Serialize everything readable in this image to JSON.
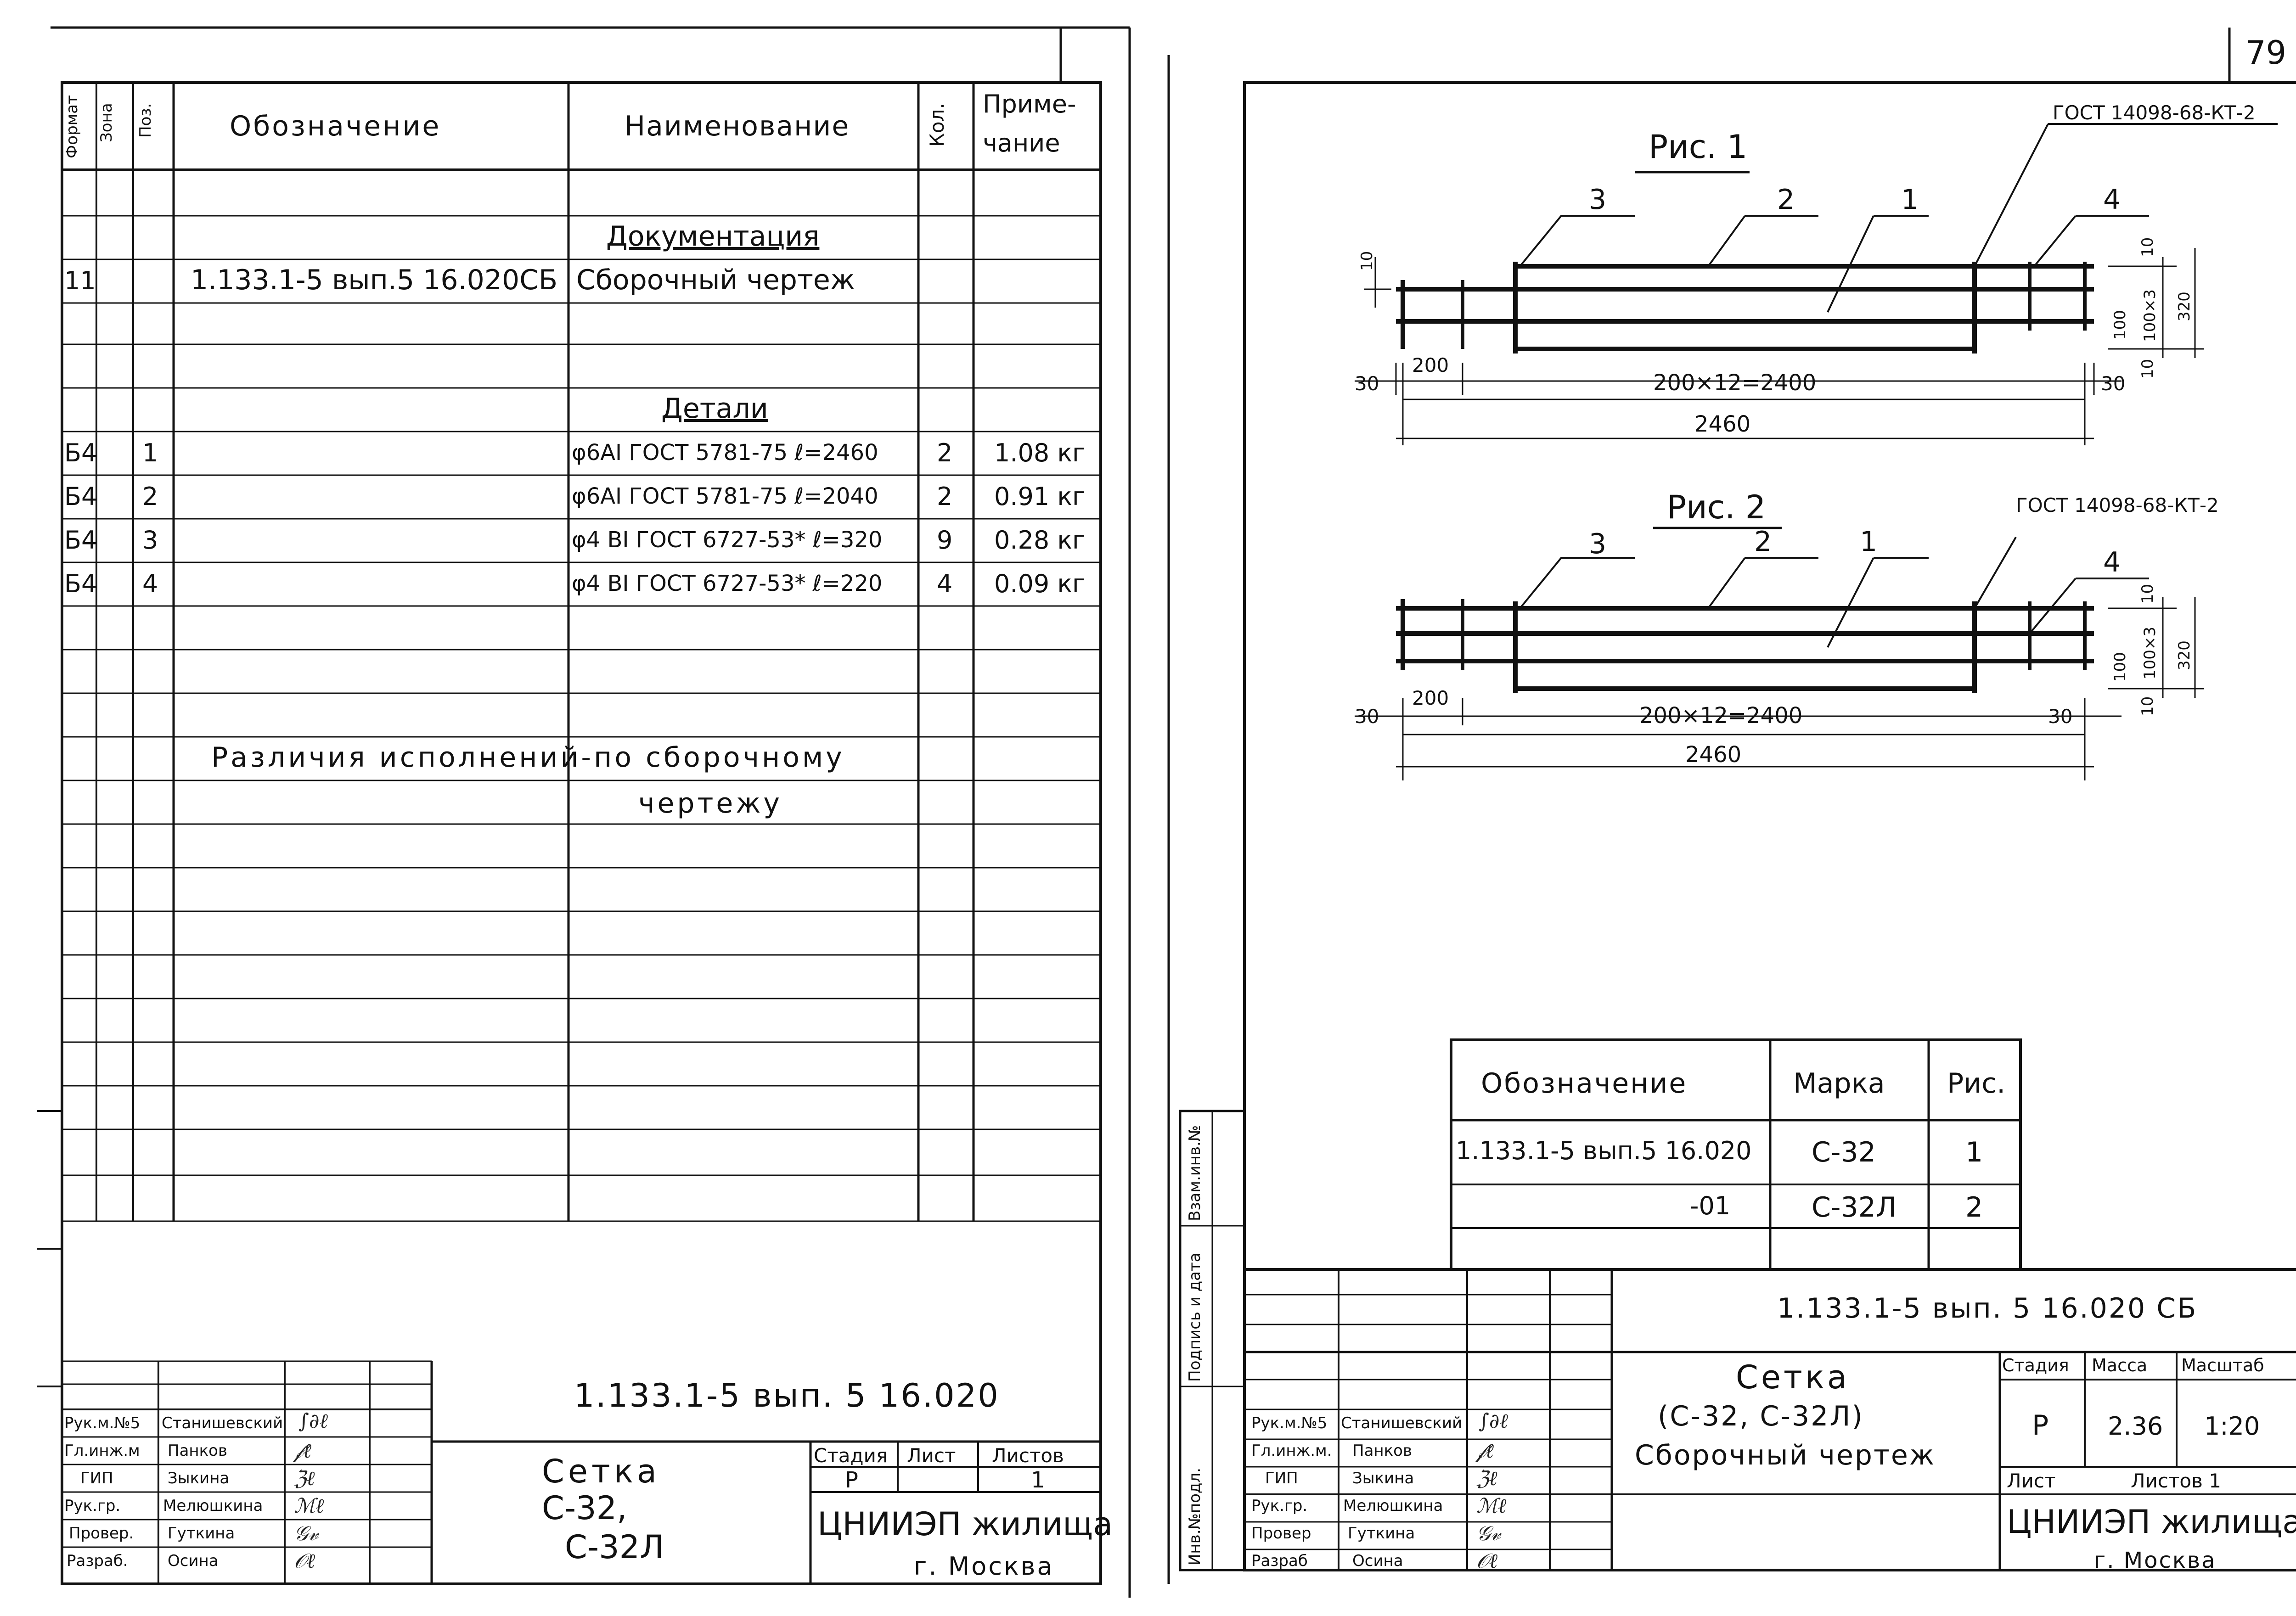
{
  "page_number": "79",
  "spec": {
    "headers": {
      "format": "Формат",
      "zone": "Зона",
      "pos": "Поз.",
      "designation": "Обозначение",
      "name": "Наименование",
      "qty": "Кол.",
      "note_line1": "Приме-",
      "note_line2": "чание"
    },
    "section_documentation": "Документация",
    "doc_row": {
      "format": "11",
      "designation": "1.133.1-5 вып.5 16.020СБ",
      "name": "Сборочный чертеж"
    },
    "section_details": "Детали",
    "rows": [
      {
        "format": "Б4",
        "pos": "1",
        "name": "φ6AI ГОСТ 5781-75 ℓ=2460",
        "qty": "2",
        "note": "1.08 кг"
      },
      {
        "format": "Б4",
        "pos": "2",
        "name": "φ6AI ГОСТ 5781-75 ℓ=2040",
        "qty": "2",
        "note": "0.91 кг"
      },
      {
        "format": "Б4",
        "pos": "3",
        "name": "φ4 BI ГОСТ 6727-53* ℓ=320",
        "qty": "9",
        "note": "0.28 кг"
      },
      {
        "format": "Б4",
        "pos": "4",
        "name": "φ4 BI ГОСТ 6727-53* ℓ=220",
        "qty": "4",
        "note": "0.09 кг"
      }
    ],
    "diff_line1": "Различия исполнений-по сборочному",
    "diff_line2": "чертежу"
  },
  "left_stamp": {
    "doc_code": "1.133.1-5 вып. 5 16.020",
    "roles": [
      "Рук.м.№5",
      "Гл.инж.м",
      "ГИП",
      "Рук.гр.",
      "Провер.",
      "Разраб."
    ],
    "people": [
      "Станишевский",
      "Панков",
      "Зыкина",
      "Мелюшкина",
      "Гуткина",
      "Осина"
    ],
    "title_line1": "Сетка",
    "title_line2": "С-32,",
    "title_line3": "С-32Л",
    "stage_label": "Стадия",
    "sheet_label": "Лист",
    "sheets_label": "Листов",
    "stage_value": "Р",
    "sheets_value": "1",
    "org_line1": "ЦНИИЭП жилища",
    "org_line2": "г. Москва"
  },
  "drawing": {
    "fig1_label": "Рис. 1",
    "fig2_label": "Рис. 2",
    "gost1": "ГОСТ 14098-68-КТ-2",
    "gost2": "ГОСТ 14098-68-КТ-2",
    "leaders": [
      "3",
      "2",
      "1",
      "4"
    ],
    "dim_200": "200",
    "dim_2400": "200×12=2400",
    "dim_2460": "2460",
    "dim_30": "30",
    "dim_10": "10",
    "dim_100": "100",
    "dim_100x3": "100×3",
    "dim_320": "320"
  },
  "variants": {
    "headers": [
      "Обозначение",
      "Марка",
      "Рис."
    ],
    "rows": [
      {
        "designation": "1.133.1-5 вып.5 16.020",
        "mark": "С-32",
        "fig": "1"
      },
      {
        "designation": "-01",
        "mark": "С-32Л",
        "fig": "2"
      }
    ]
  },
  "side_stamp": [
    "Инв.№подл.",
    "Подпись и дата",
    "Взам.инв.№"
  ],
  "right_stamp": {
    "doc_code": "1.133.1-5 вып. 5 16.020 СБ",
    "roles": [
      "Рук.м.№5",
      "Гл.инж.м.",
      "ГИП",
      "Рук.гр.",
      "Провер",
      "Разраб"
    ],
    "people": [
      "Станишевский",
      "Панков",
      "Зыкина",
      "Мелюшкина",
      "Гуткина",
      "Осина"
    ],
    "title_line1": "Сетка",
    "title_line2": "(С-32, С-32Л)",
    "title_line3": "Сборочный чертеж",
    "stage_label": "Стадия",
    "mass_label": "Масса",
    "scale_label": "Масштаб",
    "stage_value": "Р",
    "mass_value": "2.36",
    "scale_value": "1:20",
    "sheet_label": "Лист",
    "sheets_label": "Листов 1",
    "org_line1": "ЦНИИЭП жилища",
    "org_line2": "г. Москва"
  }
}
